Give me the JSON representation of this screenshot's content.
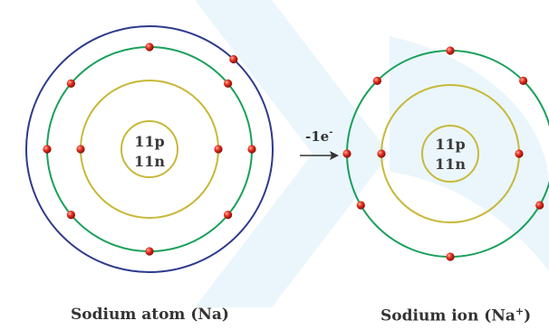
{
  "colors": {
    "background_watermark": "#e3f4fb",
    "outer_shell_atom": "#2e3a8c",
    "middle_shell": "#1aa05a",
    "inner_shell": "#c8b83a",
    "nucleus_ring": "#c8b83a",
    "electron": "#e02a1e",
    "text": "#333333"
  },
  "atom": {
    "nucleus_line1": "11p",
    "nucleus_line2": "11n",
    "caption": "Sodium atom (Na)",
    "electron_count": 11
  },
  "transition": {
    "label_main": "-1e",
    "label_sup": "-"
  },
  "ion": {
    "nucleus_line1": "11p",
    "nucleus_line2": "11n",
    "caption_main": "Sodium ion (Na",
    "caption_sup": "+",
    "caption_end": ")",
    "electron_count": 10
  }
}
